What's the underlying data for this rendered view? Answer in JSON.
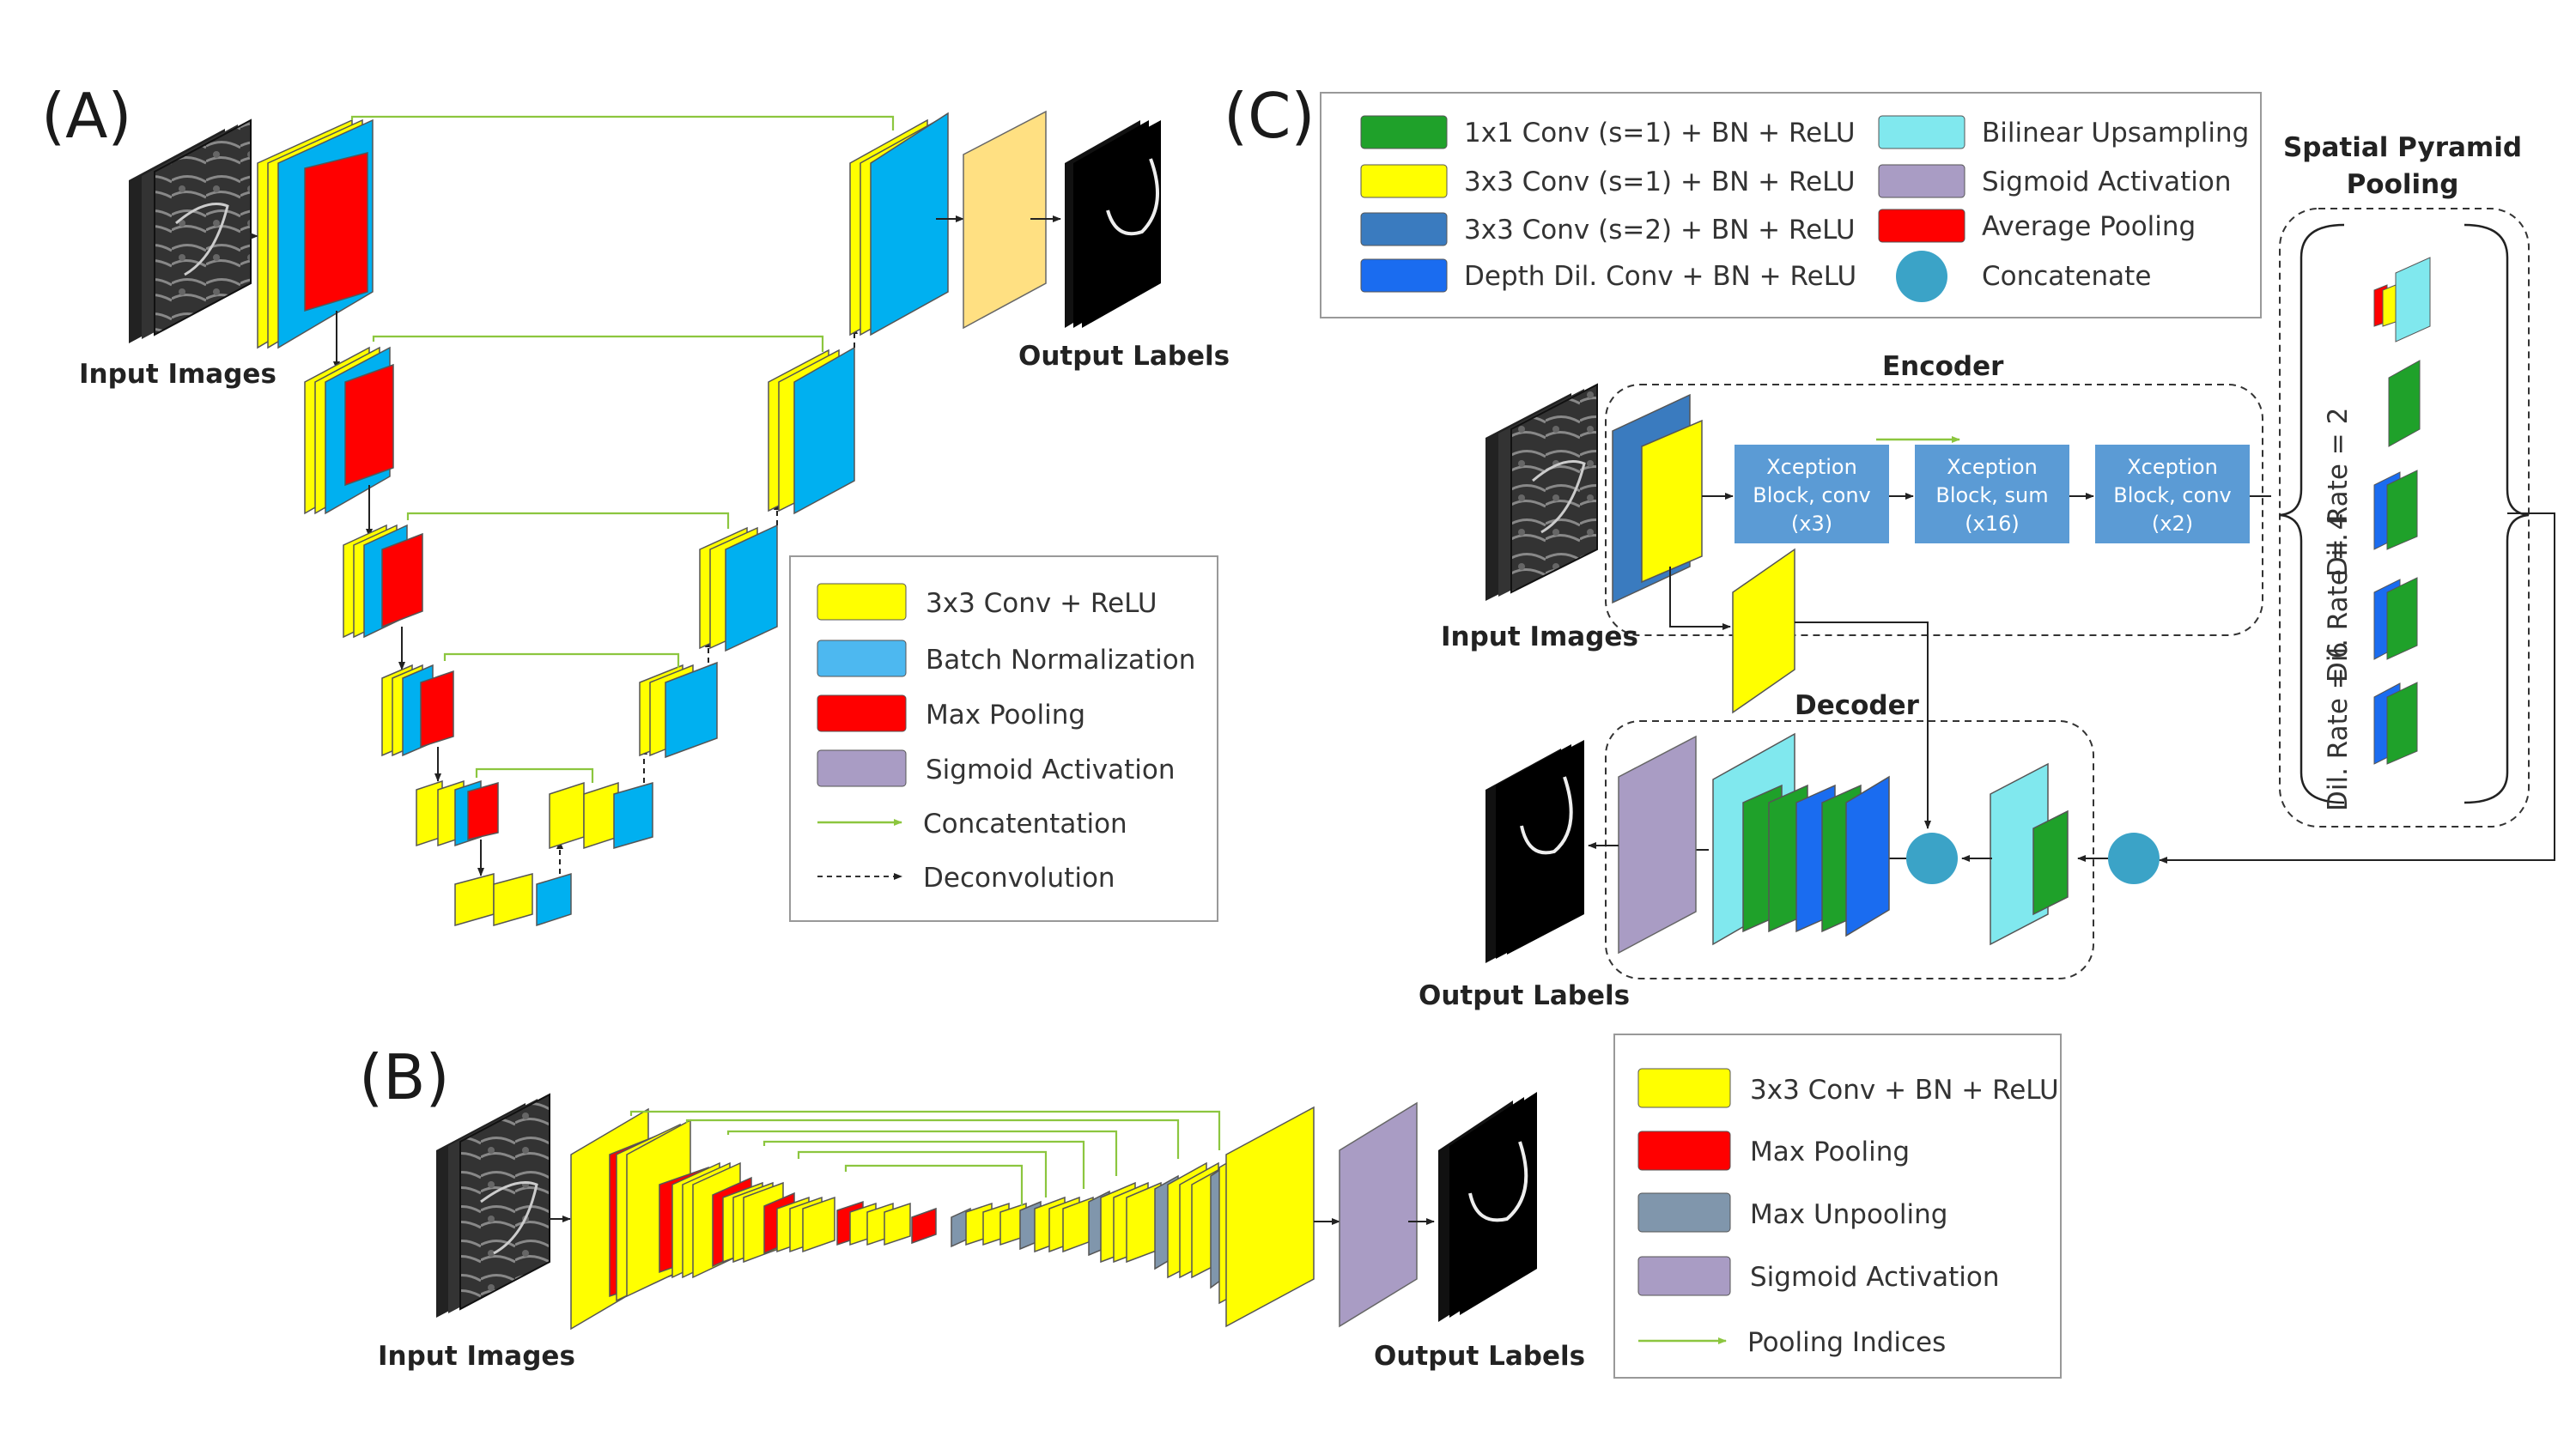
{
  "panels": {
    "A": "(A)",
    "B": "(B)",
    "C": "(C)"
  },
  "panel_a": {
    "input_caption": "Input Images",
    "output_caption": "Output Labels",
    "legend": [
      {
        "label": "3x3 Conv + ReLU",
        "kind": "swatch",
        "color": "#ffff00"
      },
      {
        "label": "Batch Normalization",
        "kind": "swatch",
        "color": "#4db8f0"
      },
      {
        "label": "Max Pooling",
        "kind": "swatch",
        "color": "#ff0000"
      },
      {
        "label": "Sigmoid Activation",
        "kind": "swatch",
        "color": "#a99cc4"
      },
      {
        "label": "Concatentation",
        "kind": "arrow",
        "color": "#8cc63f"
      },
      {
        "label": "Deconvolution",
        "kind": "dashed",
        "color": "#333333"
      }
    ]
  },
  "panel_b": {
    "input_caption": "Input Images",
    "output_caption": "Output Labels",
    "legend": [
      {
        "label": "3x3 Conv + BN + ReLU",
        "kind": "swatch",
        "color": "#ffff00"
      },
      {
        "label": "Max Pooling",
        "kind": "swatch",
        "color": "#ff0000"
      },
      {
        "label": "Max Unpooling",
        "kind": "swatch",
        "color": "#8096ac"
      },
      {
        "label": "Sigmoid Activation",
        "kind": "swatch",
        "color": "#a99cc4"
      },
      {
        "label": "Pooling Indices",
        "kind": "arrow",
        "color": "#8cc63f"
      }
    ]
  },
  "panel_c": {
    "input_caption": "Input Images",
    "output_caption": "Output Labels",
    "encoder_title": "Encoder",
    "decoder_title": "Decoder",
    "spp_title_line1": "Spatial Pyramid",
    "spp_title_line2": "Pooling",
    "xception_blocks": [
      {
        "line1": "Xception",
        "line2": "Block, conv",
        "line3": "(x3)"
      },
      {
        "line1": "Xception",
        "line2": "Block, sum",
        "line3": "(x16)"
      },
      {
        "line1": "Xception",
        "line2": "Block, conv",
        "line3": "(x2)"
      }
    ],
    "dil_rates": [
      "Dil. Rate = 2",
      "Dil. Rate = 4",
      "Dil. Rate = 6"
    ],
    "legend": [
      {
        "label": "1x1 Conv (s=1) + BN + ReLU",
        "kind": "swatch",
        "color": "#1fa12a"
      },
      {
        "label": "3x3 Conv (s=1) + BN + ReLU",
        "kind": "swatch",
        "color": "#ffff00"
      },
      {
        "label": "3x3 Conv (s=2) + BN + ReLU",
        "kind": "swatch",
        "color": "#3a7bbf"
      },
      {
        "label": "Depth Dil. Conv + BN + ReLU",
        "kind": "swatch",
        "color": "#1a6cf0"
      },
      {
        "label": "Bilinear Upsampling",
        "kind": "swatch",
        "color": "#80e8ee"
      },
      {
        "label": "Sigmoid Activation",
        "kind": "swatch",
        "color": "#a99cc4"
      },
      {
        "label": "Average Pooling",
        "kind": "swatch",
        "color": "#ff0000"
      },
      {
        "label": "Concatenate",
        "kind": "circle",
        "color": "#3ba3c7"
      }
    ]
  },
  "colors": {
    "conv": "#ffff00",
    "bn": "#00b0f0",
    "pool": "#ff0000",
    "sigmoid": "#a99cc4",
    "concat_line": "#8cc63f",
    "unpool": "#8096ac",
    "green": "#1fa12a",
    "blue": "#1a6cf0",
    "steel": "#3a7bbf",
    "cyan": "#80e8ee",
    "xception": "#5b9bd5",
    "output_a": "#ffe082"
  }
}
